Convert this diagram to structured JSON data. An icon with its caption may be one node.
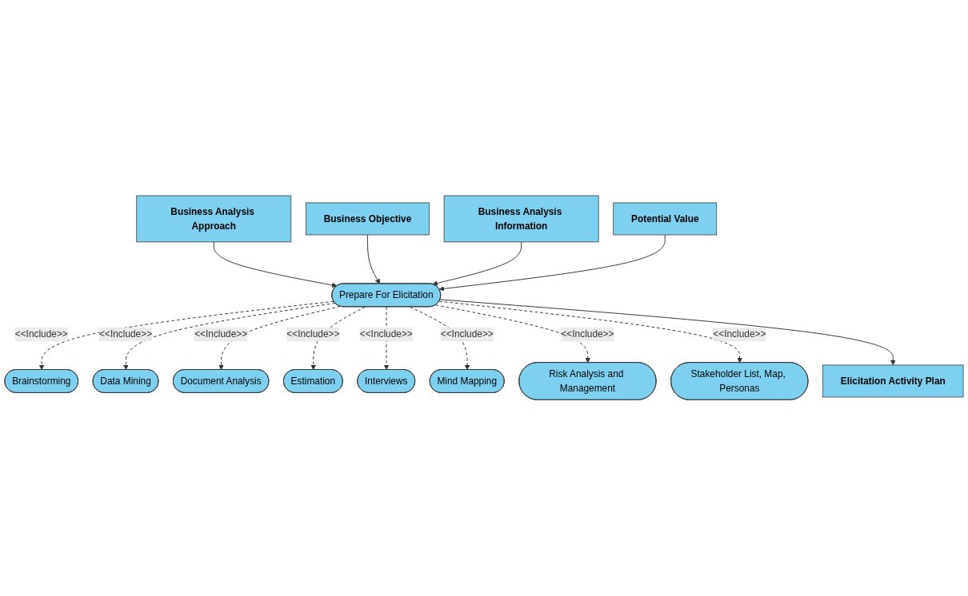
{
  "diagram": {
    "nodes": [
      {
        "text": [
          "Business Analysis Approach"
        ]
      },
      {
        "text": [
          "Business Objective"
        ]
      },
      {
        "text": [
          "Business Analysis Information"
        ]
      },
      {
        "text": [
          "Potential Value"
        ]
      },
      {
        "text": [
          "Brainstorming"
        ]
      },
      {
        "text": [
          "Mind Mapping"
        ]
      },
      {
        "text": [
          "Data Mining"
        ]
      },
      {
        "text": [
          "Prepare For Elicitation"
        ]
      },
      {
        "text": [
          "Risk Analysis and Management"
        ]
      },
      {
        "text": [
          "Document Analysis"
        ]
      },
      {
        "text": [
          "Estimation"
        ]
      },
      {
        "text": [
          "Stakeholder List, Map, Personas"
        ]
      },
      {
        "text": [
          "Interviews"
        ]
      },
      {
        "text": [
          "Elicitation Activity Plan"
        ]
      }
    ],
    "edges": [
      {
        "from": 0,
        "to": 7,
        "arrow": "to"
      },
      {
        "from": 1,
        "to": 7,
        "arrow": "to"
      },
      {
        "from": 2,
        "to": 7,
        "arrow": "to"
      },
      {
        "from": 3,
        "to": 7,
        "arrow": "to"
      },
      {
        "from": 7,
        "to": 4,
        "arrow": "to",
        "label": "<<Include>>",
        "style": "dashed"
      },
      {
        "from": 7,
        "to": 6,
        "arrow": "to",
        "label": "<<Include>>",
        "style": "dashed"
      },
      {
        "from": 7,
        "to": 9,
        "arrow": "to",
        "label": "<<Include>>",
        "style": "dashed"
      },
      {
        "from": 7,
        "to": 10,
        "arrow": "to",
        "label": "<<Include>>",
        "style": "dashed"
      },
      {
        "from": 7,
        "to": 12,
        "arrow": "to",
        "label": "<<Include>>",
        "style": "dashed"
      },
      {
        "from": 7,
        "to": 5,
        "arrow": "to",
        "label": "<<Include>>",
        "style": "dashed"
      },
      {
        "from": 7,
        "to": 8,
        "arrow": "to",
        "label": "<<Include>>",
        "style": "dashed"
      },
      {
        "from": 7,
        "to": 11,
        "arrow": "to",
        "label": "<<Include>>",
        "style": "dashed"
      },
      {
        "from": 7,
        "to": 13,
        "arrow": "to"
      }
    ]
  }
}
